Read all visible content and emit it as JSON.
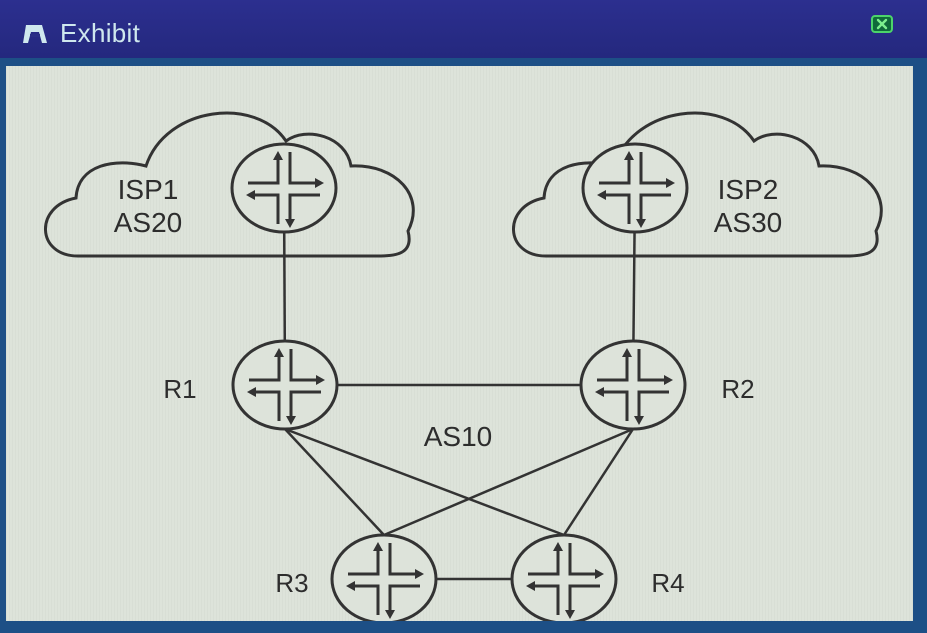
{
  "window": {
    "title": "Exhibit",
    "title_icon": "exhibit-icon",
    "close_icon": "close-icon",
    "accent_color": "#2a2f86",
    "close_color": "#4cd46a"
  },
  "diagram": {
    "clouds": [
      {
        "id": "isp1",
        "name": "ISP1",
        "as": "AS20"
      },
      {
        "id": "isp2",
        "name": "ISP2",
        "as": "AS30"
      }
    ],
    "routers": [
      {
        "id": "isp1-router",
        "label": ""
      },
      {
        "id": "isp2-router",
        "label": ""
      },
      {
        "id": "r1",
        "label": "R1"
      },
      {
        "id": "r2",
        "label": "R2"
      },
      {
        "id": "r3",
        "label": "R3"
      },
      {
        "id": "r4",
        "label": "R4"
      }
    ],
    "as_label": "AS10",
    "links": [
      [
        "isp1-router",
        "r1"
      ],
      [
        "isp2-router",
        "r2"
      ],
      [
        "r1",
        "r2"
      ],
      [
        "r1",
        "r3"
      ],
      [
        "r1",
        "r4"
      ],
      [
        "r2",
        "r3"
      ],
      [
        "r2",
        "r4"
      ],
      [
        "r3",
        "r4"
      ]
    ]
  }
}
